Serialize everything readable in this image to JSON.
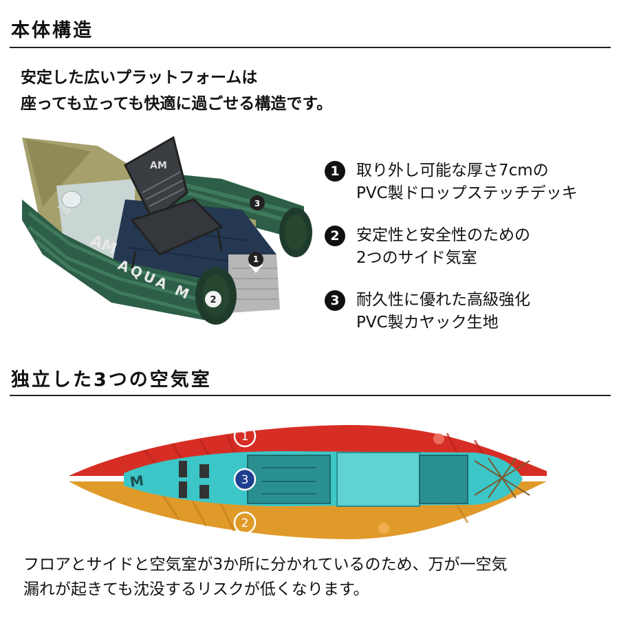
{
  "section1": {
    "title": "本体構造",
    "intro_line1": "安定した広いプラットフォームは",
    "intro_line2": "座っても立っても快適に過ごせる構造です。"
  },
  "features": [
    {
      "num": "1",
      "line1": "取り外し可能な厚さ7cmの",
      "line2": "PVC製ドロップステッチデッキ"
    },
    {
      "num": "2",
      "line1": "安定性と安全性のための",
      "line2": "2つのサイド気室"
    },
    {
      "num": "3",
      "line1": "耐久性に優れた高級強化",
      "line2": "PVC製カヤック生地"
    }
  ],
  "kayak_photo": {
    "hull_text": "AQUA M",
    "model_text": "398",
    "markers": [
      "1",
      "2",
      "3"
    ],
    "colors": {
      "hull": "#2d5e47",
      "stripe": "#3f7a5c",
      "tan": "#a5a06c",
      "deck": "#253852",
      "seat": "#3a3d42"
    }
  },
  "section2": {
    "title": "独立した3つの空気室"
  },
  "chamber_diagram": {
    "labels": [
      "1",
      "2",
      "3"
    ],
    "colors": {
      "chamber1": "#d62e24",
      "chamber2": "#e09a2a",
      "chamber3": "#3cc6c8",
      "marker3": "#1f3f8f"
    }
  },
  "footer": {
    "line1": "フロアとサイドと空気室が3か所に分かれているのため、万が一空気",
    "line2": "漏れが起きても沈没するリスクが低くなります。"
  }
}
